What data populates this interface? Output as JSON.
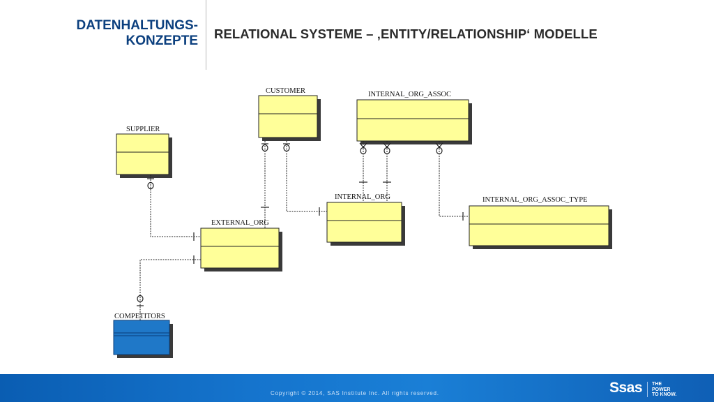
{
  "header": {
    "section_title_line1": "DATENHALTUNGS-",
    "section_title_line2": "KONZEPTE",
    "slide_title": "RELATIONAL SYSTEME – ‚ENTITY/RELATIONSHIP‘ MODELLE"
  },
  "diagram": {
    "entities": [
      {
        "id": "customer",
        "label": "CUSTOMER"
      },
      {
        "id": "internal_org_assoc",
        "label": "INTERNAL_ORG_ASSOC"
      },
      {
        "id": "supplier",
        "label": "SUPPLIER"
      },
      {
        "id": "internal_org",
        "label": "INTERNAL_ORG"
      },
      {
        "id": "internal_org_assoc_type",
        "label": "INTERNAL_ORG_ASSOC_TYPE"
      },
      {
        "id": "external_org",
        "label": "EXTERNAL_ORG"
      },
      {
        "id": "competitors",
        "label": "COMPETITORS"
      }
    ],
    "colors": {
      "entity_fill": "#ffff99",
      "highlight_fill": "#1f78c8",
      "shadow": "#3a3a3a",
      "line": "#222222"
    }
  },
  "footer": {
    "copyright": "Copyright © 2014, SAS Institute Inc. All rights reserved.",
    "logo_word": "Ssas",
    "tagline": [
      "THE",
      "POWER",
      "TO KNOW."
    ]
  }
}
